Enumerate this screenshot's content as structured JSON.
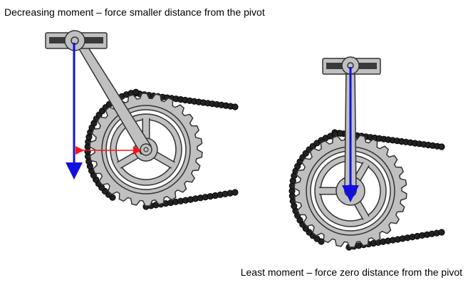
{
  "captions": {
    "decreasing": "Decreasing moment – force smaller distance from the pivot",
    "least": "Least moment – force zero distance from the pivot"
  },
  "colors": {
    "force_arrow": "#1010e0",
    "distance_arrow": "#ff1010",
    "metal": "#c0c0c0",
    "outline": "#333333",
    "chain": "#222222",
    "pedal_bar": "#3a3a3a",
    "background": "#ffffff"
  },
  "diagrams": [
    {
      "name": "decreasing-moment",
      "crank_angle_deg": 50,
      "force_distance": "smaller"
    },
    {
      "name": "least-moment",
      "crank_angle_deg": 90,
      "force_distance": "zero"
    }
  ]
}
